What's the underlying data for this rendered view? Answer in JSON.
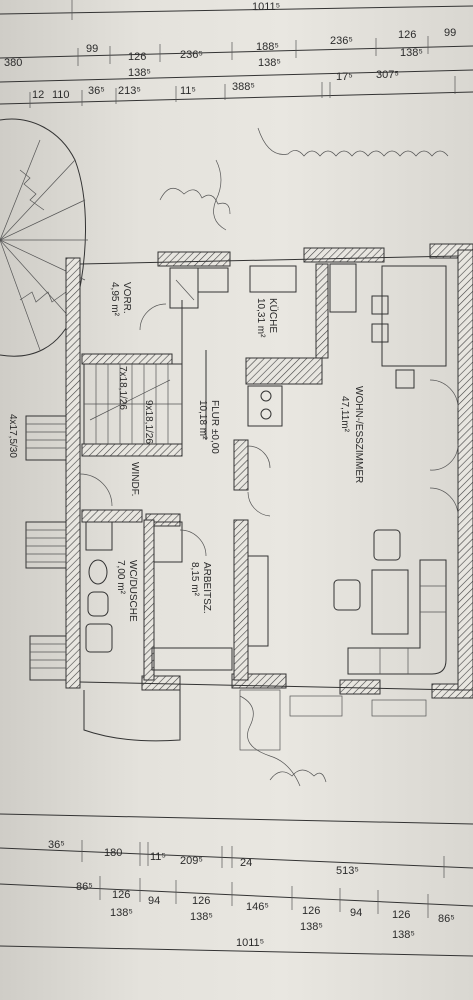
{
  "dimensions_top": {
    "row0": [
      "1011⁵"
    ],
    "row1": [
      "380",
      "99",
      "126",
      "236⁵",
      "188⁵",
      "236⁵",
      "126",
      "99"
    ],
    "row1b": [
      "138⁵",
      "138⁵",
      "138⁵"
    ],
    "row2": [
      "12",
      "110",
      "36⁵",
      "213⁵",
      "11⁵",
      "388⁵",
      "17⁵",
      "307⁵"
    ]
  },
  "dimensions_bottom": {
    "row1": [
      "36⁵",
      "180",
      "11⁵",
      "209⁵",
      "24",
      "513⁵"
    ],
    "row2": [
      "86⁵",
      "126",
      "94",
      "126",
      "146⁵",
      "126",
      "94",
      "126",
      "86⁵"
    ],
    "row2b": [
      "138⁵",
      "138⁵",
      "138⁵",
      "138⁵"
    ],
    "row3": [
      "1011⁵"
    ]
  },
  "rooms": {
    "vorr": {
      "name": "VORR.",
      "area": "4,95 m²"
    },
    "kueche": {
      "name": "KÜCHE",
      "area": "10,31 m²"
    },
    "wohn": {
      "name": "WOHN-/ESSZIMMER",
      "area": "47,11m²"
    },
    "flur": {
      "name": "FLUR ±0,00",
      "area": "10,18 m²"
    },
    "windf": {
      "name": "WINDF."
    },
    "wc": {
      "name": "WC/DUSCHE",
      "area": "7,00 m²"
    },
    "arbeits": {
      "name": "ARBEITSZ.",
      "area": "8,15 m²"
    }
  },
  "stairs": {
    "upper": "7x18,1/26",
    "lower": "9x18,1/26",
    "entrance": "4x17,5/30"
  }
}
